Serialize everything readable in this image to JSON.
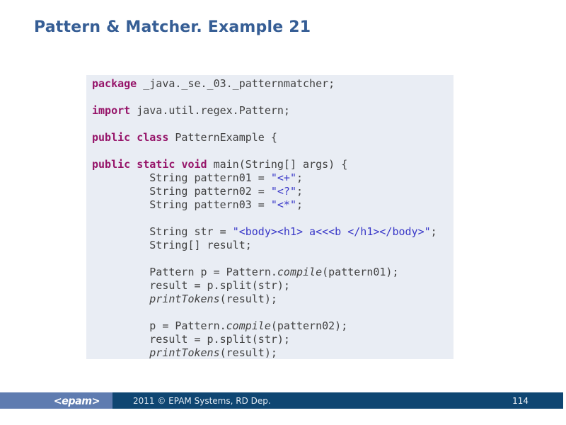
{
  "title": "Pattern & Matcher. Example 21",
  "footer": {
    "logo_text": "<epam>",
    "copyright": "2011 © EPAM Systems, RD Dep.",
    "page_number": "114"
  },
  "colors": {
    "title_blue": "#365E95",
    "code_background": "#E9EDF4",
    "keyword_magenta": "#961469",
    "string_blue": "#3938C8",
    "code_text_gray": "#414141",
    "footer_light_blue": "#5F7CB0",
    "footer_dark_navy": "#0F4672"
  },
  "code": {
    "lines": [
      {
        "segments": [
          {
            "t": "package",
            "s": "k"
          },
          {
            "t": " _java._se._03._patternmatcher;",
            "s": "p"
          }
        ]
      },
      {
        "segments": []
      },
      {
        "segments": [
          {
            "t": "import",
            "s": "k"
          },
          {
            "t": " java.util.regex.Pattern;",
            "s": "p"
          }
        ]
      },
      {
        "segments": []
      },
      {
        "segments": [
          {
            "t": "public",
            "s": "k"
          },
          {
            "t": " ",
            "s": "p"
          },
          {
            "t": "class",
            "s": "k"
          },
          {
            "t": " PatternExample {",
            "s": "p"
          }
        ]
      },
      {
        "segments": []
      },
      {
        "segments": [
          {
            "t": "public",
            "s": "k"
          },
          {
            "t": " ",
            "s": "p"
          },
          {
            "t": "static",
            "s": "k"
          },
          {
            "t": " ",
            "s": "p"
          },
          {
            "t": "void",
            "s": "k"
          },
          {
            "t": " main(String[] args) {",
            "s": "p"
          }
        ]
      },
      {
        "segments": [
          {
            "t": "         String pattern01 = ",
            "s": "p"
          },
          {
            "t": "\"<+\"",
            "s": "s"
          },
          {
            "t": ";",
            "s": "p"
          }
        ]
      },
      {
        "segments": [
          {
            "t": "         String pattern02 = ",
            "s": "p"
          },
          {
            "t": "\"<?\"",
            "s": "s"
          },
          {
            "t": ";",
            "s": "p"
          }
        ]
      },
      {
        "segments": [
          {
            "t": "         String pattern03 = ",
            "s": "p"
          },
          {
            "t": "\"<*\"",
            "s": "s"
          },
          {
            "t": ";",
            "s": "p"
          }
        ]
      },
      {
        "segments": []
      },
      {
        "segments": [
          {
            "t": "         String str = ",
            "s": "p"
          },
          {
            "t": "\"<body><h1> a<<<b </h1></body>\"",
            "s": "s"
          },
          {
            "t": ";",
            "s": "p"
          }
        ]
      },
      {
        "segments": [
          {
            "t": "         String[] result;",
            "s": "p"
          }
        ]
      },
      {
        "segments": []
      },
      {
        "segments": [
          {
            "t": "         Pattern p = Pattern.",
            "s": "p"
          },
          {
            "t": "compile",
            "s": "i"
          },
          {
            "t": "(pattern01);",
            "s": "p"
          }
        ]
      },
      {
        "segments": [
          {
            "t": "         result = p.split(str);",
            "s": "p"
          }
        ]
      },
      {
        "segments": [
          {
            "t": "         ",
            "s": "p"
          },
          {
            "t": "printTokens",
            "s": "i"
          },
          {
            "t": "(result);",
            "s": "p"
          }
        ]
      },
      {
        "segments": []
      },
      {
        "segments": [
          {
            "t": "         p = Pattern.",
            "s": "p"
          },
          {
            "t": "compile",
            "s": "i"
          },
          {
            "t": "(pattern02);",
            "s": "p"
          }
        ]
      },
      {
        "segments": [
          {
            "t": "         result = p.split(str);",
            "s": "p"
          }
        ]
      },
      {
        "segments": [
          {
            "t": "         ",
            "s": "p"
          },
          {
            "t": "printTokens",
            "s": "i"
          },
          {
            "t": "(result);",
            "s": "p"
          }
        ]
      }
    ]
  }
}
